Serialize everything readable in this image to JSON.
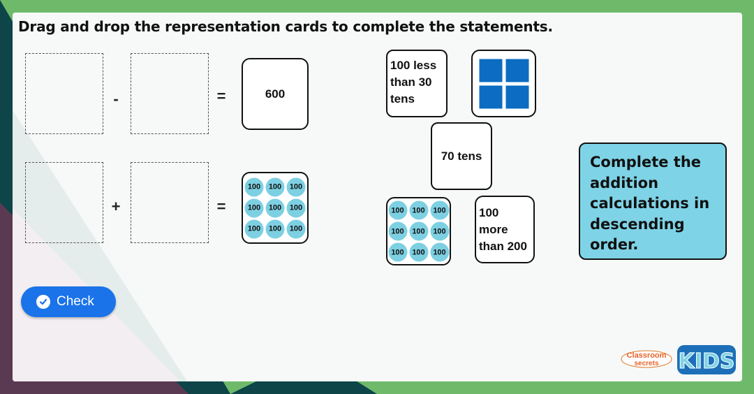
{
  "title": "Drag and drop the representation cards to complete the statements.",
  "statements": [
    {
      "operator": "-",
      "equals": "=",
      "answer_card": {
        "type": "text",
        "text": "600"
      }
    },
    {
      "operator": "+",
      "equals": "=",
      "answer_card": {
        "type": "counters",
        "labels": [
          "100",
          "100",
          "100",
          "100",
          "100",
          "100",
          "100",
          "100",
          "100"
        ]
      }
    }
  ],
  "cards": {
    "less": {
      "lines": [
        "100 less",
        "than 30",
        "tens"
      ]
    },
    "blocks": {
      "type": "place-value-blocks",
      "count": 4,
      "color": "#0c6cc2"
    },
    "tens": {
      "text": "70 tens"
    },
    "counters": {
      "labels": [
        "100",
        "100",
        "100",
        "100",
        "100",
        "100",
        "100",
        "100",
        "100"
      ],
      "color": "#7dd0e2"
    },
    "more": {
      "lines": [
        "100",
        "more",
        "than 200"
      ]
    }
  },
  "instruction": {
    "lines": [
      "Complete the",
      "addition",
      "calculations in",
      "descending",
      "order."
    ]
  },
  "check_button": {
    "label": "Check",
    "icon": "check-circle-icon",
    "color": "#1a73e8"
  },
  "logo": {
    "top": "Classroom",
    "bottom": "secrets",
    "kids": "KIDS"
  },
  "colors": {
    "frame_green": "#6fba6a",
    "dark_teal": "#0d4548",
    "plum": "#5a3a52",
    "counter": "#7dd0e2",
    "instruction_bg": "#7fd3e6"
  }
}
